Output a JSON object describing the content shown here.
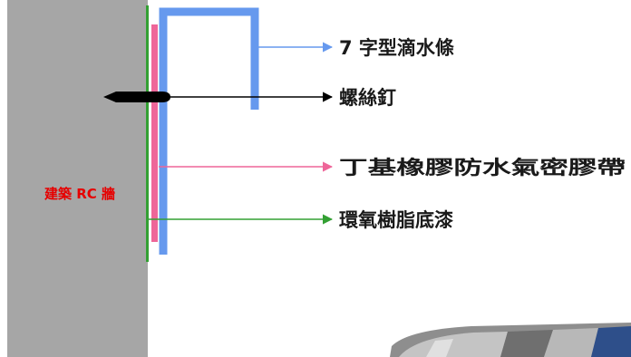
{
  "wall": {
    "label": "建築 RC 牆"
  },
  "labels": {
    "drip_edge": "7 字型滴水條",
    "screw": "螺絲釘",
    "tape": "丁基橡膠防水氣密膠帶",
    "primer": "環氧樹脂底漆"
  },
  "colors": {
    "wall": "#a6a6a6",
    "drip_edge": "#6699ee",
    "tape": "#ee6699",
    "primer": "#33a033",
    "screw": "#000000",
    "wall_label": "#e60000"
  }
}
